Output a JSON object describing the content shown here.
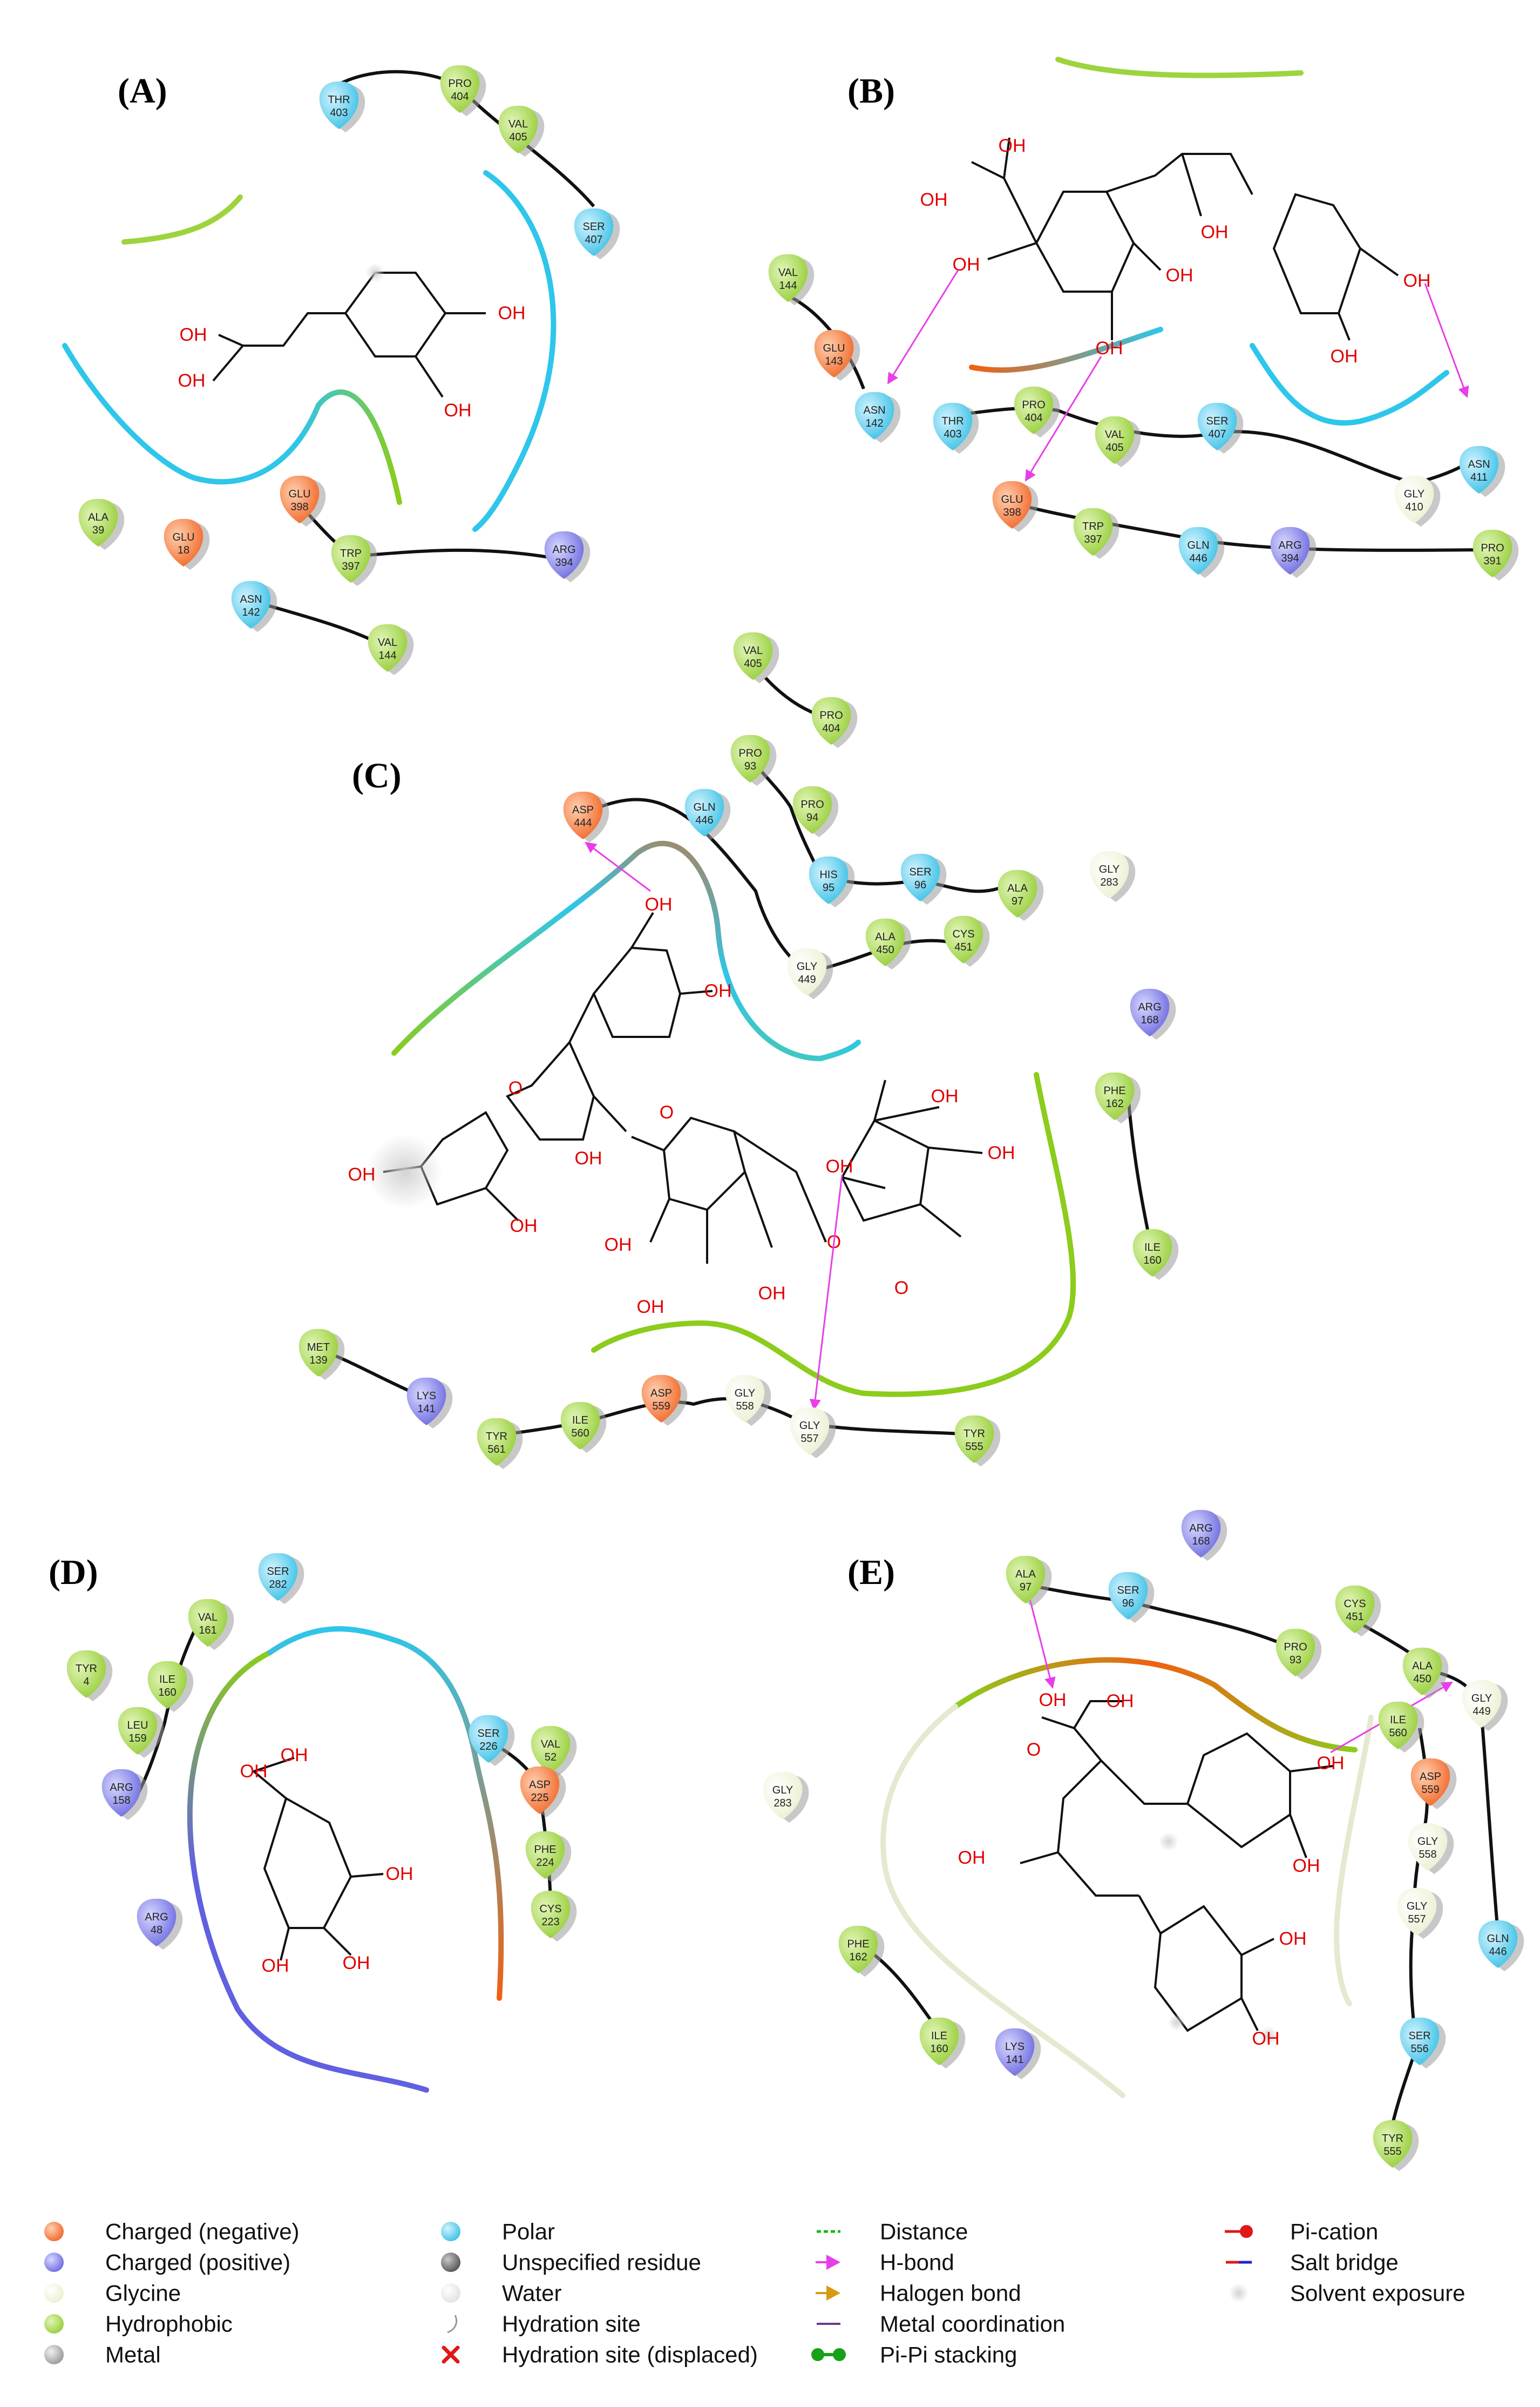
{
  "colors": {
    "negative": "#f26a2c",
    "positive": "#7b79e8",
    "glycine": "#f3f6de",
    "hydrophobic": "#a6d84a",
    "metal": "#a8a8a8",
    "polar": "#52cbea",
    "unspecified": "#6e6e6e",
    "water": "#eeeeee",
    "hbond": "#e83ee8",
    "pocket_green": "#8ccc1c",
    "pocket_cyan": "#2ec6ea",
    "pocket_orange": "#f06010",
    "pocket_blue": "#6060e0",
    "pocket_pale": "#e6e8cf"
  },
  "panels": {
    "A": {
      "label": "(A)"
    },
    "B": {
      "label": "(B)"
    },
    "C": {
      "label": "(C)"
    },
    "D": {
      "label": "(D)"
    },
    "E": {
      "label": "(E)"
    }
  },
  "atom_label": "OH",
  "ring_o_label": "O",
  "legend": [
    {
      "label": "Charged (negative)",
      "icon": "charged-negative-icon"
    },
    {
      "label": "Charged (positive)",
      "icon": "charged-positive-icon"
    },
    {
      "label": "Glycine",
      "icon": "glycine-icon"
    },
    {
      "label": "Hydrophobic",
      "icon": "hydrophobic-icon"
    },
    {
      "label": "Metal",
      "icon": "metal-icon"
    },
    {
      "label": "Polar",
      "icon": "polar-icon"
    },
    {
      "label": "Unspecified residue",
      "icon": "unspecified-residue-icon"
    },
    {
      "label": "Water",
      "icon": "water-icon"
    },
    {
      "label": "Hydration site",
      "icon": "hydration-site-icon"
    },
    {
      "label": "Hydration site (displaced)",
      "icon": "hydration-site-displaced-icon"
    },
    {
      "label": "Distance",
      "icon": "distance-line-icon"
    },
    {
      "label": "H-bond",
      "icon": "hbond-arrow-icon"
    },
    {
      "label": "Halogen bond",
      "icon": "halogen-bond-arrow-icon"
    },
    {
      "label": "Metal coordination",
      "icon": "metal-coordination-line-icon"
    },
    {
      "label": "Pi-Pi stacking",
      "icon": "pi-pi-stacking-icon"
    },
    {
      "label": "Pi-cation",
      "icon": "pi-cation-icon"
    },
    {
      "label": "Salt bridge",
      "icon": "salt-bridge-icon"
    },
    {
      "label": "Solvent exposure",
      "icon": "solvent-exposure-icon"
    }
  ],
  "residues": {
    "A": [
      {
        "name": "THR",
        "num": "403",
        "type": "polar"
      },
      {
        "name": "PRO",
        "num": "404",
        "type": "hydrophobic"
      },
      {
        "name": "VAL",
        "num": "405",
        "type": "hydrophobic"
      },
      {
        "name": "SER",
        "num": "407",
        "type": "polar"
      },
      {
        "name": "ALA",
        "num": "39",
        "type": "hydrophobic"
      },
      {
        "name": "GLU",
        "num": "18",
        "type": "negative"
      },
      {
        "name": "GLU",
        "num": "398",
        "type": "negative"
      },
      {
        "name": "TRP",
        "num": "397",
        "type": "hydrophobic"
      },
      {
        "name": "ARG",
        "num": "394",
        "type": "positive"
      },
      {
        "name": "ASN",
        "num": "142",
        "type": "polar"
      },
      {
        "name": "VAL",
        "num": "144",
        "type": "hydrophobic"
      }
    ],
    "B": [
      {
        "name": "VAL",
        "num": "144",
        "type": "hydrophobic"
      },
      {
        "name": "GLU",
        "num": "143",
        "type": "negative"
      },
      {
        "name": "ASN",
        "num": "142",
        "type": "polar"
      },
      {
        "name": "THR",
        "num": "403",
        "type": "polar"
      },
      {
        "name": "PRO",
        "num": "404",
        "type": "hydrophobic"
      },
      {
        "name": "VAL",
        "num": "405",
        "type": "hydrophobic"
      },
      {
        "name": "SER",
        "num": "407",
        "type": "polar"
      },
      {
        "name": "ASN",
        "num": "411",
        "type": "polar"
      },
      {
        "name": "GLY",
        "num": "410",
        "type": "glycine"
      },
      {
        "name": "GLU",
        "num": "398",
        "type": "negative"
      },
      {
        "name": "TRP",
        "num": "397",
        "type": "hydrophobic"
      },
      {
        "name": "GLN",
        "num": "446",
        "type": "polar"
      },
      {
        "name": "ARG",
        "num": "394",
        "type": "positive"
      },
      {
        "name": "PRO",
        "num": "391",
        "type": "hydrophobic"
      }
    ],
    "C": [
      {
        "name": "VAL",
        "num": "405",
        "type": "hydrophobic"
      },
      {
        "name": "PRO",
        "num": "404",
        "type": "hydrophobic"
      },
      {
        "name": "PRO",
        "num": "93",
        "type": "hydrophobic"
      },
      {
        "name": "PRO",
        "num": "94",
        "type": "hydrophobic"
      },
      {
        "name": "ASP",
        "num": "444",
        "type": "negative"
      },
      {
        "name": "GLN",
        "num": "446",
        "type": "polar"
      },
      {
        "name": "HIS",
        "num": "95",
        "type": "polar"
      },
      {
        "name": "SER",
        "num": "96",
        "type": "polar"
      },
      {
        "name": "ALA",
        "num": "97",
        "type": "hydrophobic"
      },
      {
        "name": "GLY",
        "num": "283",
        "type": "glycine"
      },
      {
        "name": "ALA",
        "num": "450",
        "type": "hydrophobic"
      },
      {
        "name": "CYS",
        "num": "451",
        "type": "hydrophobic"
      },
      {
        "name": "GLY",
        "num": "449",
        "type": "glycine"
      },
      {
        "name": "ARG",
        "num": "168",
        "type": "positive"
      },
      {
        "name": "PHE",
        "num": "162",
        "type": "hydrophobic"
      },
      {
        "name": "ILE",
        "num": "160",
        "type": "hydrophobic"
      },
      {
        "name": "MET",
        "num": "139",
        "type": "hydrophobic"
      },
      {
        "name": "LYS",
        "num": "141",
        "type": "positive"
      },
      {
        "name": "TYR",
        "num": "561",
        "type": "hydrophobic"
      },
      {
        "name": "ILE",
        "num": "560",
        "type": "hydrophobic"
      },
      {
        "name": "ASP",
        "num": "559",
        "type": "negative"
      },
      {
        "name": "GLY",
        "num": "558",
        "type": "glycine"
      },
      {
        "name": "GLY",
        "num": "557",
        "type": "glycine"
      },
      {
        "name": "TYR",
        "num": "555",
        "type": "hydrophobic"
      }
    ],
    "D": [
      {
        "name": "SER",
        "num": "282",
        "type": "polar"
      },
      {
        "name": "VAL",
        "num": "161",
        "type": "hydrophobic"
      },
      {
        "name": "TYR",
        "num": "4",
        "type": "hydrophobic"
      },
      {
        "name": "ILE",
        "num": "160",
        "type": "hydrophobic"
      },
      {
        "name": "LEU",
        "num": "159",
        "type": "hydrophobic"
      },
      {
        "name": "ARG",
        "num": "158",
        "type": "positive"
      },
      {
        "name": "ARG",
        "num": "48",
        "type": "positive"
      },
      {
        "name": "SER",
        "num": "226",
        "type": "polar"
      },
      {
        "name": "VAL",
        "num": "52",
        "type": "hydrophobic"
      },
      {
        "name": "ASP",
        "num": "225",
        "type": "negative"
      },
      {
        "name": "PHE",
        "num": "224",
        "type": "hydrophobic"
      },
      {
        "name": "CYS",
        "num": "223",
        "type": "hydrophobic"
      }
    ],
    "E": [
      {
        "name": "ARG",
        "num": "168",
        "type": "positive"
      },
      {
        "name": "ALA",
        "num": "97",
        "type": "hydrophobic"
      },
      {
        "name": "SER",
        "num": "96",
        "type": "polar"
      },
      {
        "name": "PRO",
        "num": "93",
        "type": "hydrophobic"
      },
      {
        "name": "CYS",
        "num": "451",
        "type": "hydrophobic"
      },
      {
        "name": "ALA",
        "num": "450",
        "type": "hydrophobic"
      },
      {
        "name": "GLY",
        "num": "449",
        "type": "glycine"
      },
      {
        "name": "ILE",
        "num": "560",
        "type": "hydrophobic"
      },
      {
        "name": "ASP",
        "num": "559",
        "type": "negative"
      },
      {
        "name": "GLY",
        "num": "558",
        "type": "glycine"
      },
      {
        "name": "GLN",
        "num": "446",
        "type": "polar"
      },
      {
        "name": "GLY",
        "num": "557",
        "type": "glycine"
      },
      {
        "name": "SER",
        "num": "556",
        "type": "polar"
      },
      {
        "name": "TYR",
        "num": "555",
        "type": "hydrophobic"
      },
      {
        "name": "GLY",
        "num": "283",
        "type": "glycine"
      },
      {
        "name": "PHE",
        "num": "162",
        "type": "hydrophobic"
      },
      {
        "name": "ILE",
        "num": "160",
        "type": "hydrophobic"
      },
      {
        "name": "LYS",
        "num": "141",
        "type": "positive"
      }
    ]
  }
}
